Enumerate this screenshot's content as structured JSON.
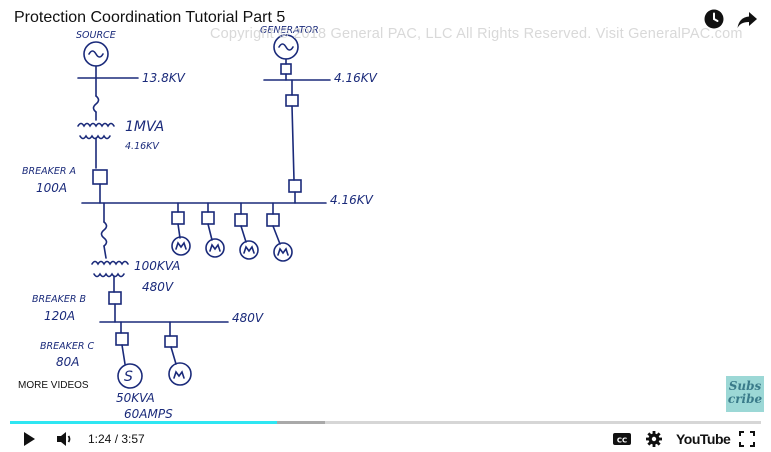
{
  "video": {
    "title": "Protection Coordination Tutorial Part 5",
    "watermark": "Copyright © 2018 General PAC, LLC All Rights Reserved. Visit GeneralPAC.com"
  },
  "diagram": {
    "source_label": "SOURCE",
    "source_voltage": "13.8KV",
    "generator_label": "GENERATOR",
    "generator_voltage": "4.16KV",
    "transformer1_rating": "1MVA",
    "transformer1_secondary": "4.16KV",
    "breaker_a_label": "BREAKER A",
    "breaker_a_rating": "100A",
    "bus_4160_label": "4.16KV",
    "transformer2_rating": "100KVA",
    "transformer2_secondary": "480V",
    "breaker_b_label": "BREAKER B",
    "breaker_b_rating": "120A",
    "bus_480_label": "480V",
    "breaker_c_label": "BREAKER C",
    "breaker_c_rating": "80A",
    "static_load_symbol": "S",
    "load_rating": "50KVA",
    "load_amps": "60AMPS"
  },
  "overlay": {
    "more_videos": "MORE VIDEOS",
    "subscribe_line1": "Subs",
    "subscribe_line2": "cribe"
  },
  "controls": {
    "current_time": "1:24",
    "separator": " / ",
    "duration": "3:57",
    "logo_text": "YouTube"
  },
  "progress": {
    "played_fraction": 0.356,
    "buffered_fraction": 0.42,
    "played_color": "#2ee6f2"
  },
  "icons": {
    "watch_later": "clock-icon",
    "share": "share-arrow-icon",
    "play": "play-icon",
    "volume": "volume-icon",
    "captions": "cc-icon",
    "settings": "gear-icon",
    "fullscreen": "fullscreen-icon"
  },
  "colors": {
    "ink": "#1a2a7a",
    "subscribe_bg": "#9cd8d6"
  }
}
